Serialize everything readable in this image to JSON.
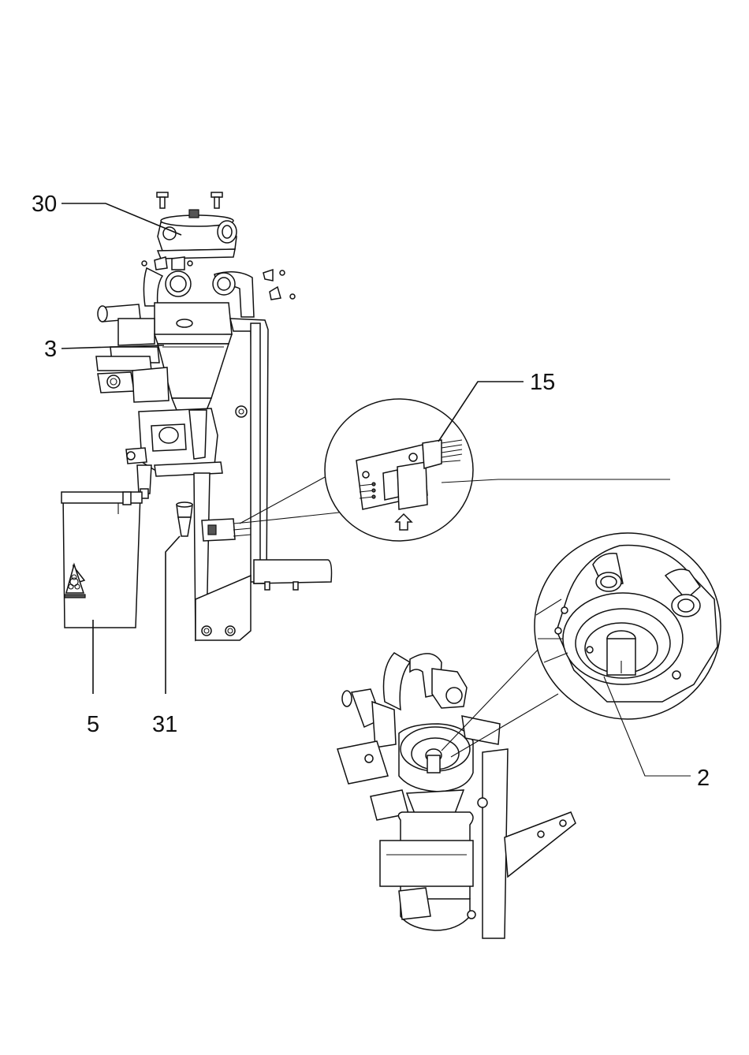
{
  "callouts": {
    "c30": "30",
    "c3": "3",
    "c15": "15",
    "c5": "5",
    "c31": "31",
    "c2": "2"
  },
  "icons": {
    "biohazard": "biohazard-icon",
    "arrow": "up-arrow-icon"
  }
}
